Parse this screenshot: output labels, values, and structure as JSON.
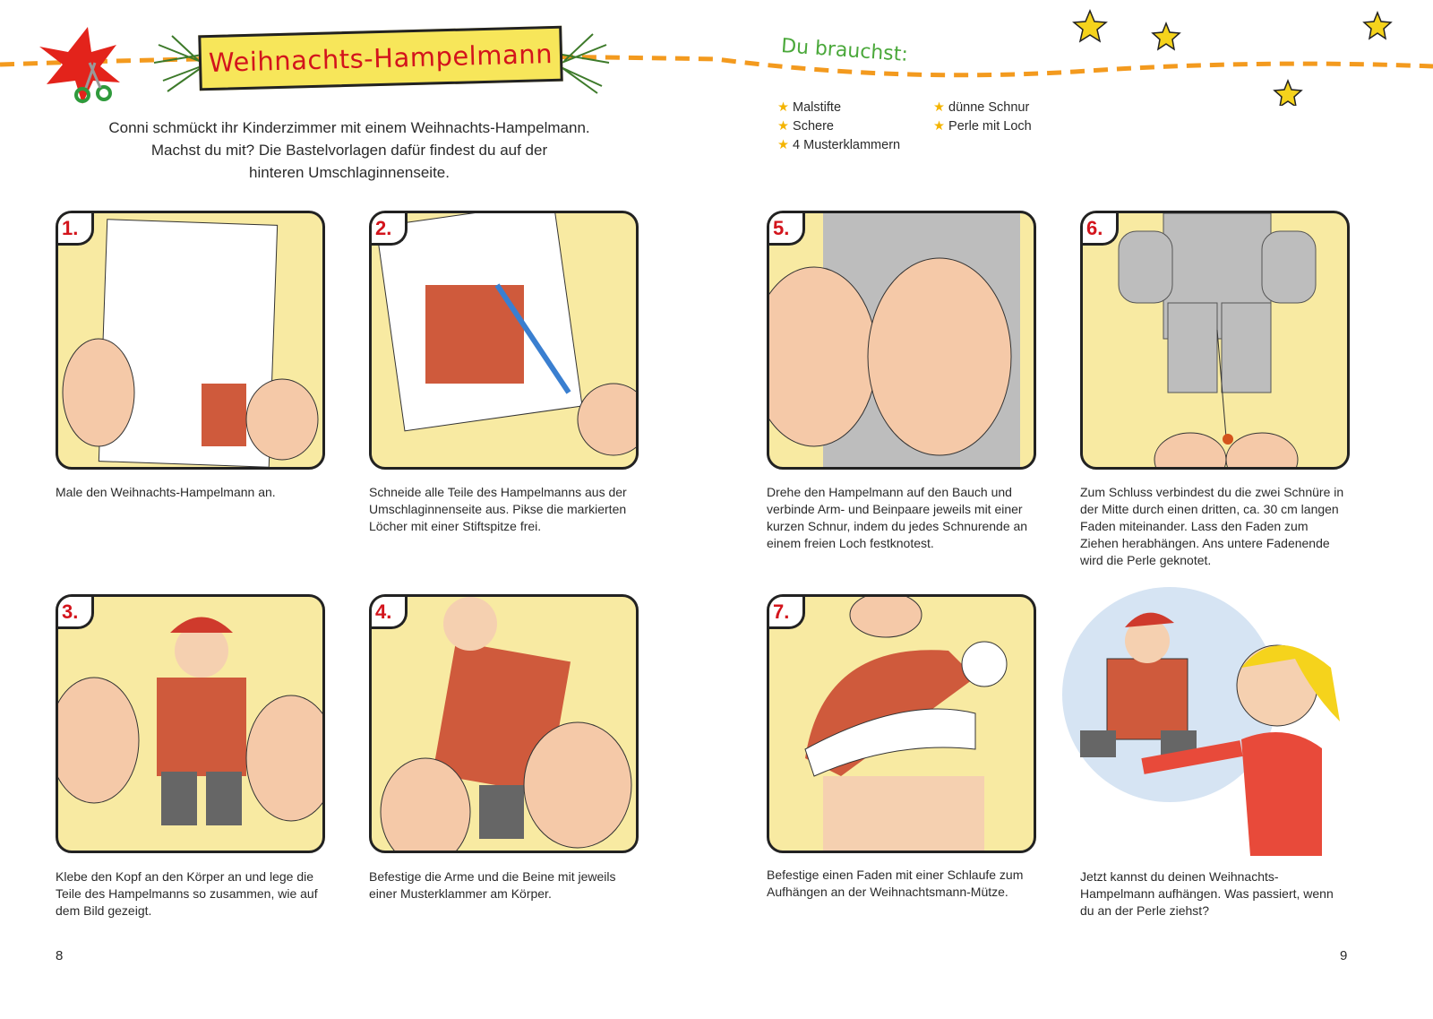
{
  "title": "Weihnachts-Hampelmann",
  "intro": [
    "Conni schmückt ihr Kinderzimmer mit einem Weihnachts-Hampelmann.",
    "Machst du mit? Die Bastelvorlagen dafür findest du auf der",
    "hinteren Umschlaginnenseite."
  ],
  "materials": {
    "title": "Du brauchst:",
    "col1": [
      "Malstifte",
      "Schere",
      "4 Musterklammern"
    ],
    "col2": [
      "dünne Schnur",
      "Perle mit Loch"
    ]
  },
  "steps": [
    {
      "num": "1.",
      "text": "Male den Weihnachts-Hampelmann an."
    },
    {
      "num": "2.",
      "text": "Schneide alle Teile des Hampelmanns aus der Umschlaginnenseite aus. Pikse die markierten Löcher mit einer Stiftspitze frei."
    },
    {
      "num": "3.",
      "text": "Klebe den Kopf an den Körper an und lege die Teile des Hampelmanns so zusammen, wie auf dem Bild gezeigt."
    },
    {
      "num": "4.",
      "text": "Befestige die Arme und die Beine mit jeweils einer Musterklammer am Körper."
    },
    {
      "num": "5.",
      "text": "Drehe den Hampelmann auf den Bauch und verbinde Arm- und Beinpaare jeweils mit einer kurzen Schnur, indem du jedes Schnurende an einem freien Loch festknotest."
    },
    {
      "num": "6.",
      "text": "Zum Schluss verbindest du die zwei Schnüre in der Mitte durch einen dritten, ca. 30 cm langen Faden miteinander. Lass den Faden zum Ziehen herabhängen. Ans untere Fadenende wird die Perle geknotet."
    },
    {
      "num": "7.",
      "text": "Befestige einen Faden mit einer Schlaufe zum Aufhängen an der Weihnachtsmann-Mütze."
    },
    {
      "num": "",
      "text": "Jetzt kannst du deinen Weihnachts-Hampelmann aufhängen. Was passiert, wenn du an der Perle ziehst?"
    }
  ],
  "page_left": "8",
  "page_right": "9"
}
